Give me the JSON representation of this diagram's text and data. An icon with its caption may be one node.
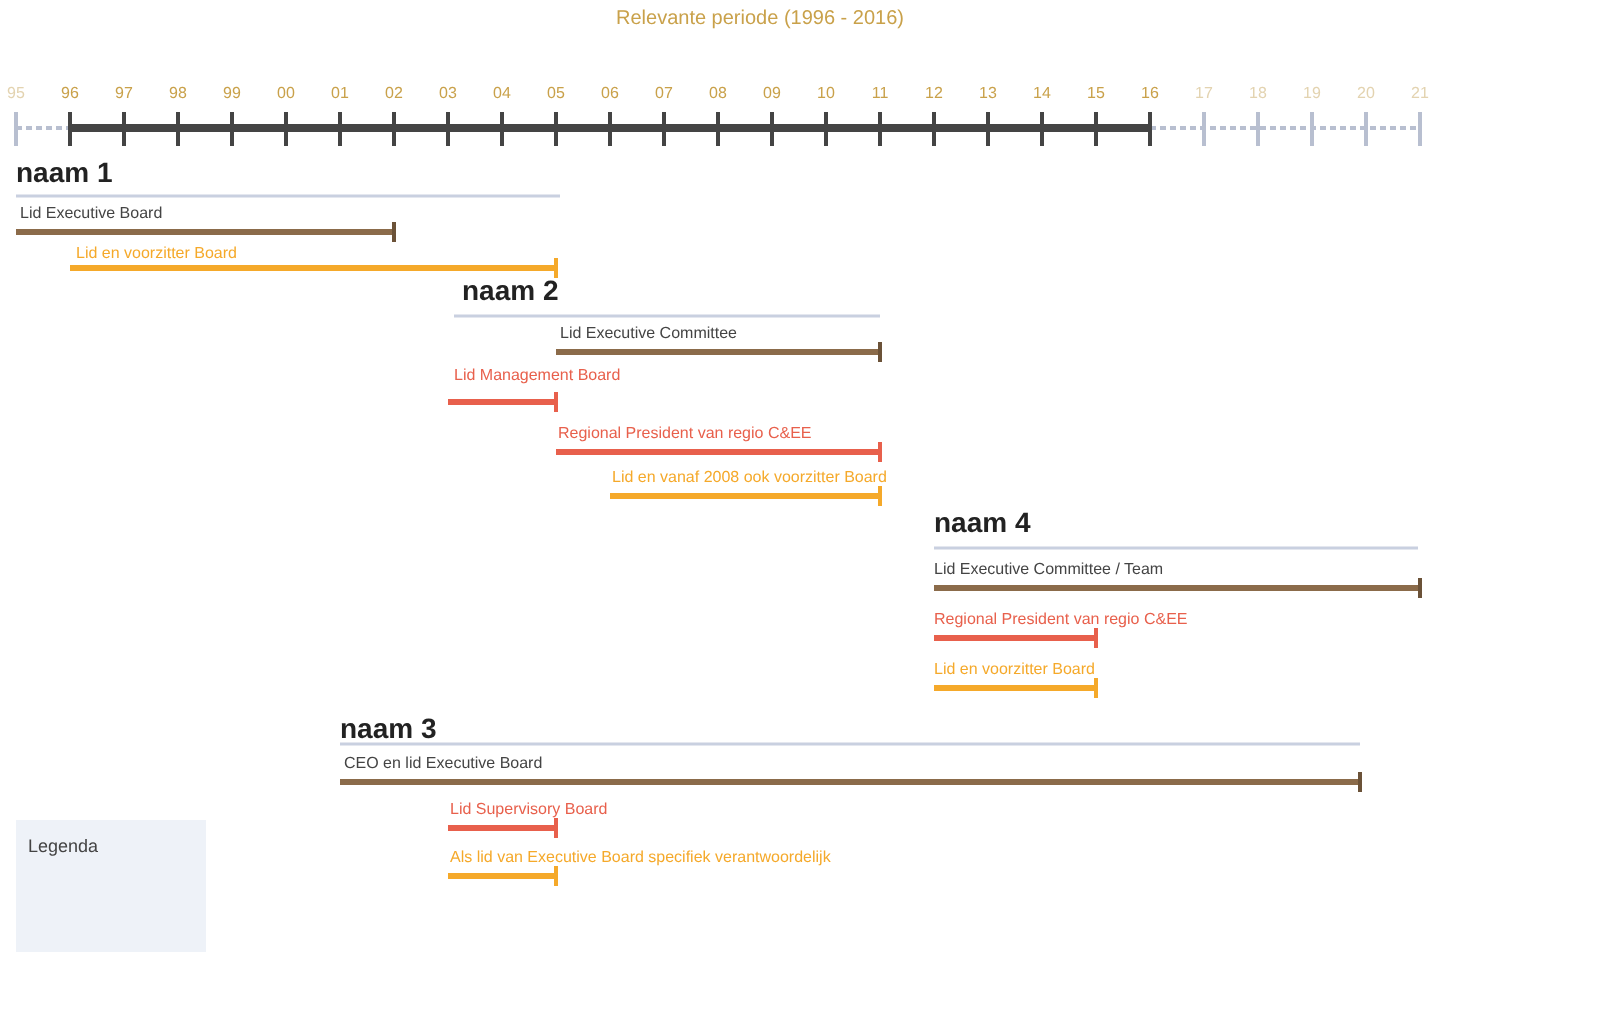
{
  "diagram": {
    "title": "Relevante periode (1996 - 2016)",
    "labels": [
      "95",
      "96",
      "97",
      "98",
      "99",
      "00",
      "01",
      "02",
      "03",
      "04",
      "05",
      "06",
      "07",
      "08",
      "09",
      "10",
      "11",
      "12",
      "13",
      "14",
      "15",
      "16",
      "17",
      "18",
      "19",
      "20",
      "21",
      "naam 1",
      "Lid Executive Board",
      "Lid en voorzitter Board",
      "naam 2",
      "Lid Executive Committee",
      "Lid Management Board",
      "Regional President van regio C&EE",
      "Lid en vanaf 2008 ook voorzitter Board",
      "naam 4",
      "Lid Executive Committee / Team",
      "Regional President van regio C&EE",
      "Lid en voorzitter Board",
      "naam 3",
      "CEO en lid Executive Board",
      "Lid Supervisory Board",
      "Als lid van Executive Board specifiek verantwoordelijk",
      "Legenda"
    ]
  }
}
